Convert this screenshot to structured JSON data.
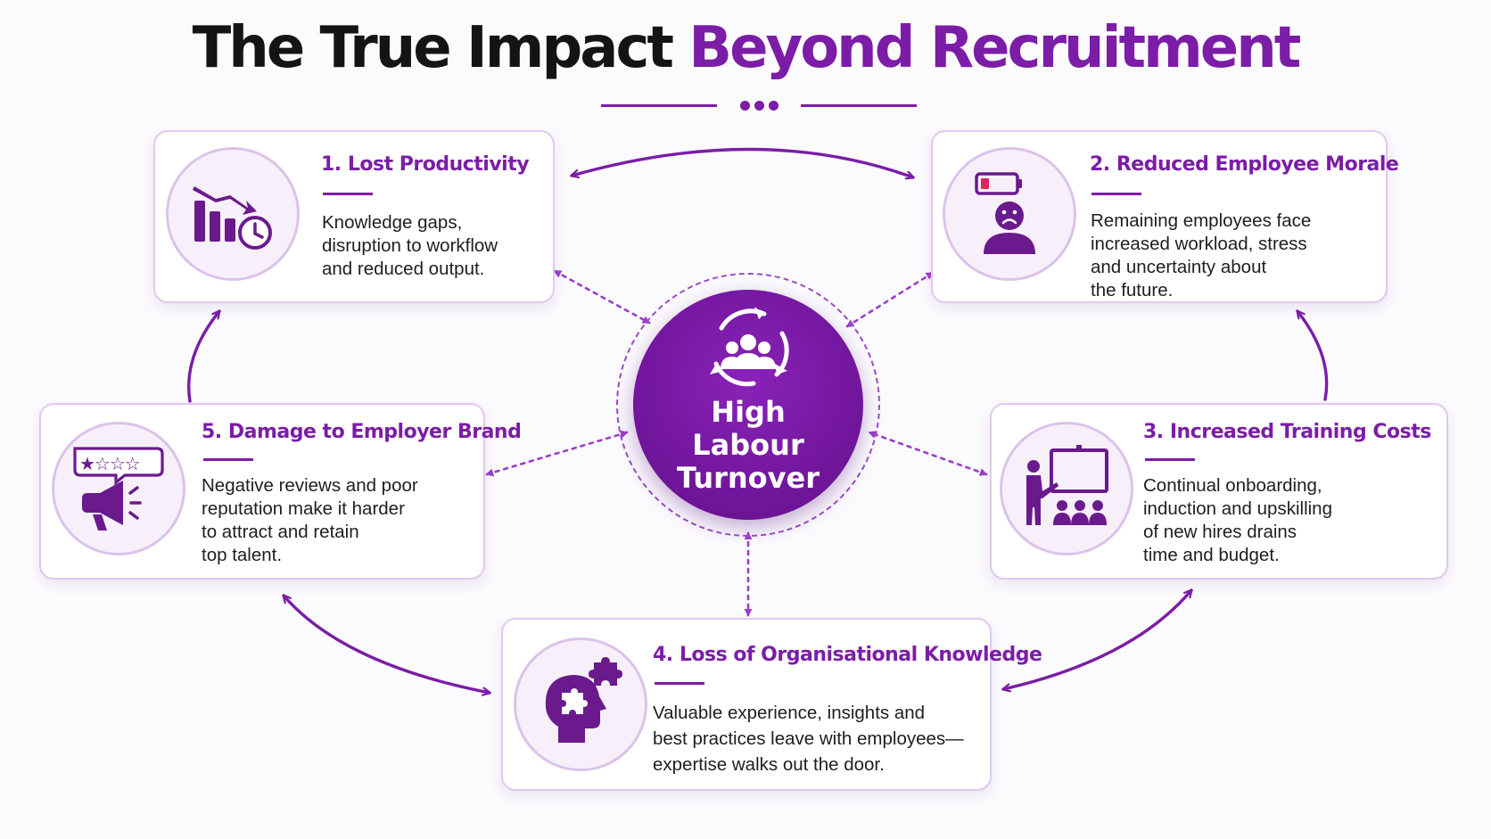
{
  "title": {
    "part1": "The True Impact",
    "part2": "Beyond Recruitment"
  },
  "center": {
    "lines": [
      "High",
      "Labour",
      "Turnover"
    ],
    "icon": "people-cycle-icon"
  },
  "cards": [
    {
      "number": "1.",
      "title": "Lost Productivity",
      "icon": "declining-chart-clock-icon",
      "lines": [
        "Knowledge gaps,",
        "disruption to workflow",
        "and reduced output."
      ]
    },
    {
      "number": "2.",
      "title": "Reduced Employee Morale",
      "icon": "low-battery-sad-person-icon",
      "lines": [
        "Remaining employees face",
        "increased workload, stress",
        "and uncertainty about",
        "the future."
      ]
    },
    {
      "number": "3.",
      "title": "Increased Training Costs",
      "icon": "trainer-presentation-icon",
      "lines": [
        "Continual onboarding,",
        "induction and upskilling",
        "of new hires drains",
        "time and budget."
      ]
    },
    {
      "number": "4.",
      "title": "Loss of Organisational Knowledge",
      "icon": "head-puzzle-icon",
      "lines": [
        "Valuable experience, insights and",
        "best practices leave with employees—",
        "expertise walks out the door."
      ]
    },
    {
      "number": "5.",
      "title": "Damage to Employer Brand",
      "icon": "megaphone-rating-icon",
      "lines": [
        "Negative reviews and poor",
        "reputation make it harder",
        "to attract and retain",
        "top talent."
      ]
    }
  ],
  "colors": {
    "accent": "#7b1da6",
    "border": "#e2c8ee",
    "icon_bg": "#f7f0fa",
    "battery_low": "#e0245e"
  }
}
